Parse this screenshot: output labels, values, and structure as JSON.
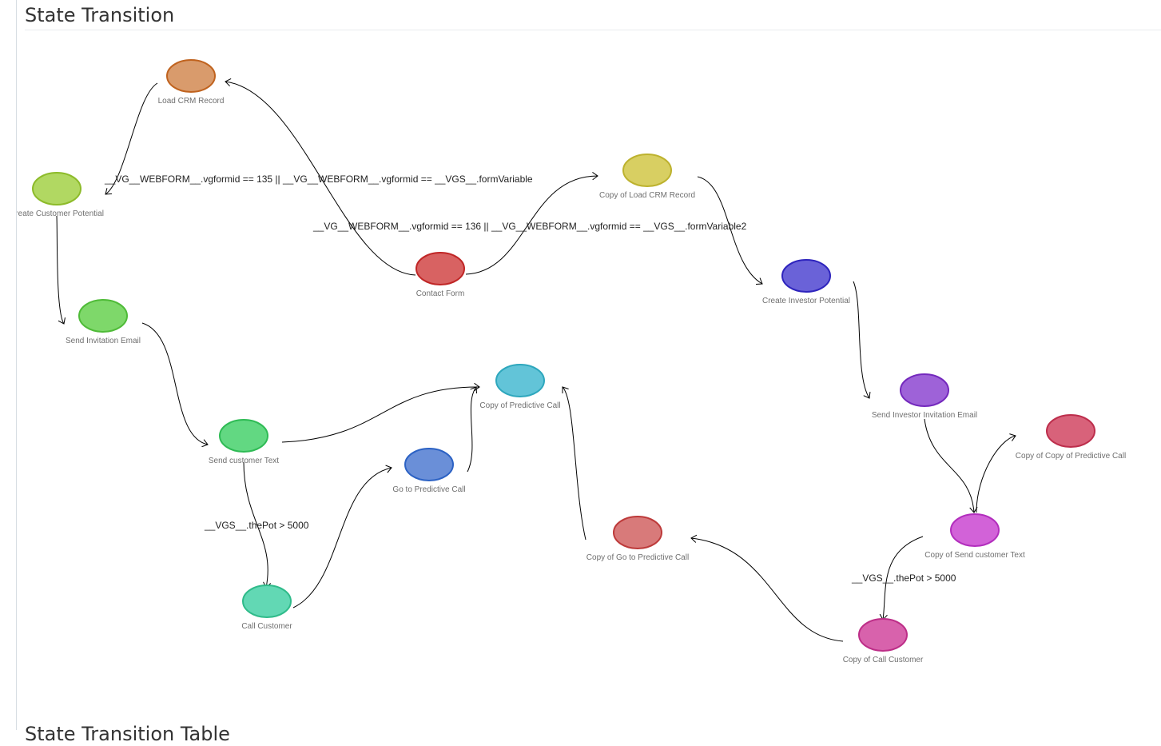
{
  "page": {
    "title": "State Transition",
    "next_section_title": "State Transition Table"
  },
  "nodes": [
    {
      "id": "load_crm",
      "label": "Load CRM Record",
      "fill": "#d99b6c",
      "stroke": "#c0631f"
    },
    {
      "id": "create_customer_potential",
      "label": "Create Customer Potential",
      "fill": "#b1d862",
      "stroke": "#8dbb2a"
    },
    {
      "id": "send_invitation_email",
      "label": "Send Invitation Email",
      "fill": "#7ed86a",
      "stroke": "#4fbb38"
    },
    {
      "id": "send_customer_text",
      "label": "Send customer Text",
      "fill": "#62d882",
      "stroke": "#2fbb55"
    },
    {
      "id": "call_customer",
      "label": "Call Customer",
      "fill": "#62d8b4",
      "stroke": "#2fbb8a"
    },
    {
      "id": "go_to_predictive_call",
      "label": "Go to Predictive Call",
      "fill": "#6a8fd8",
      "stroke": "#2c62c4"
    },
    {
      "id": "copy_predictive_call",
      "label": "Copy of Predictive Call",
      "fill": "#62c4d8",
      "stroke": "#2ea7bd"
    },
    {
      "id": "contact_form",
      "label": "Contact Form",
      "fill": "#d86262",
      "stroke": "#c02626"
    },
    {
      "id": "copy_load_crm",
      "label": "Copy of Load CRM Record",
      "fill": "#d8cf62",
      "stroke": "#bdb22e"
    },
    {
      "id": "create_investor_potential",
      "label": "Create Investor Potential",
      "fill": "#6a62d8",
      "stroke": "#2e24bd"
    },
    {
      "id": "send_investor_invitation_email",
      "label": "Send Investor Invitation Email",
      "fill": "#9e62d8",
      "stroke": "#7429bd"
    },
    {
      "id": "copy_copy_predictive_call",
      "label": "Copy of Copy of Predictive Call",
      "fill": "#d8627a",
      "stroke": "#bd2e4c"
    },
    {
      "id": "copy_send_customer_text",
      "label": "Copy of Send customer Text",
      "fill": "#d262d8",
      "stroke": "#b22ebd"
    },
    {
      "id": "copy_call_customer",
      "label": "Copy of Call Customer",
      "fill": "#d862ac",
      "stroke": "#bd2e88"
    },
    {
      "id": "copy_go_to_predictive_call",
      "label": "Copy of Go to Predictive Call",
      "fill": "#d87a7a",
      "stroke": "#bd3a3a"
    }
  ],
  "edges": [
    {
      "from": "contact_form",
      "to": "load_crm",
      "label": ""
    },
    {
      "from": "load_crm",
      "to": "create_customer_potential",
      "label": ""
    },
    {
      "from": "create_customer_potential",
      "to": "send_invitation_email",
      "label": ""
    },
    {
      "from": "send_invitation_email",
      "to": "send_customer_text",
      "label": ""
    },
    {
      "from": "send_customer_text",
      "to": "copy_predictive_call",
      "label": ""
    },
    {
      "from": "send_customer_text",
      "to": "call_customer",
      "label": ""
    },
    {
      "from": "call_customer",
      "to": "go_to_predictive_call",
      "label": ""
    },
    {
      "from": "go_to_predictive_call",
      "to": "copy_predictive_call",
      "label": ""
    },
    {
      "from": "contact_form",
      "to": "copy_load_crm",
      "label": ""
    },
    {
      "from": "copy_load_crm",
      "to": "create_investor_potential",
      "label": ""
    },
    {
      "from": "create_investor_potential",
      "to": "send_investor_invitation_email",
      "label": ""
    },
    {
      "from": "send_investor_invitation_email",
      "to": "copy_send_customer_text",
      "label": ""
    },
    {
      "from": "copy_send_customer_text",
      "to": "copy_copy_predictive_call",
      "label": ""
    },
    {
      "from": "copy_send_customer_text",
      "to": "copy_call_customer",
      "label": ""
    },
    {
      "from": "copy_call_customer",
      "to": "copy_go_to_predictive_call",
      "label": ""
    },
    {
      "from": "copy_go_to_predictive_call",
      "to": "copy_predictive_call",
      "label": ""
    }
  ],
  "conditions": {
    "formid_135": "__VG__WEBFORM__.vgformid == 135 || __VG__WEBFORM__.vgformid == __VGS__.formVariable",
    "formid_136": "__VG__WEBFORM__.vgformid == 136 || __VG__WEBFORM__.vgformid == __VGS__.formVariable2",
    "pot_left": "__VGS__.thePot > 5000",
    "pot_right": "__VGS__.thePot > 5000"
  }
}
